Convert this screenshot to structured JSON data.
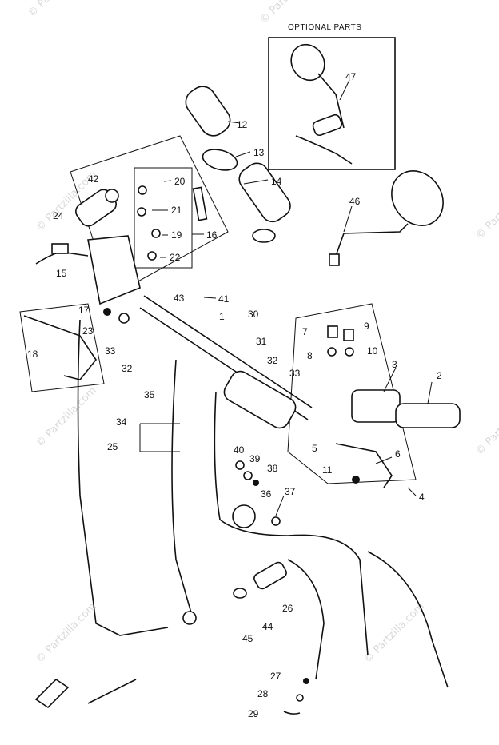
{
  "optional_parts_title": "OPTIONAL PARTS",
  "watermark": "© Partzilla.com",
  "labels": {
    "p1": "1",
    "p2": "2",
    "p3": "3",
    "p4": "4",
    "p5": "5",
    "p6": "6",
    "p7": "7",
    "p8": "8",
    "p9": "9",
    "p10": "10",
    "p11": "11",
    "p12": "12",
    "p13": "13",
    "p14": "14",
    "p15": "15",
    "p16": "16",
    "p17": "17",
    "p18": "18",
    "p19": "19",
    "p20": "20",
    "p21": "21",
    "p22": "22",
    "p23": "23",
    "p24": "24",
    "p25": "25",
    "p26": "26",
    "p27": "27",
    "p28": "28",
    "p29": "29",
    "p30": "30",
    "p31": "31",
    "p32a": "32",
    "p32b": "32",
    "p33a": "33",
    "p33b": "33",
    "p34": "34",
    "p35": "35",
    "p36": "36",
    "p37": "37",
    "p38": "38",
    "p39": "39",
    "p40": "40",
    "p41": "41",
    "p42": "42",
    "p43": "43",
    "p44": "44",
    "p45": "45",
    "p46": "46",
    "p47": "47"
  }
}
